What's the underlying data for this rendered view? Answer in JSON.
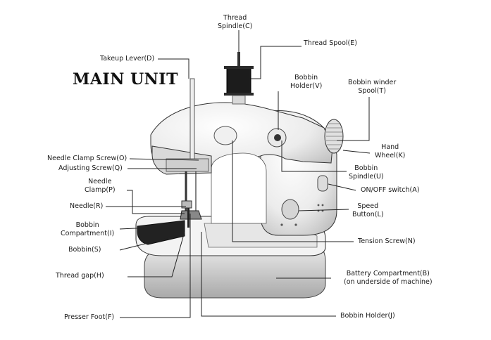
{
  "title": "MAIN UNIT",
  "labels": {
    "thread_spindle": [
      "Thread",
      "Spindle(C)"
    ],
    "thread_spool": "Thread Spool(E)",
    "takeup_lever": "Takeup Lever(D)",
    "bobbin_holder_v": [
      "Bobbin",
      "Holder(V)"
    ],
    "bobbin_winder_spool": [
      "Bobbin winder",
      "Spool(T)"
    ],
    "hand_wheel": [
      "Hand",
      "Wheel(K)"
    ],
    "needle_clamp_screw": "Needle Clamp Screw(O)",
    "adjusting_screw": "Adjusting Screw(Q)",
    "bobbin_spindle": [
      "Bobbin",
      "Spindle(U)"
    ],
    "on_off_switch": "ON/OFF switch(A)",
    "needle_clamp": [
      "Needle",
      "Clamp(P)"
    ],
    "needle": "Needle(R)",
    "speed_button": [
      "Speed",
      "Button(L)"
    ],
    "bobbin_compartment": [
      "Bobbin",
      "Compartment(I)"
    ],
    "bobbin": "Bobbin(S)",
    "tension_screw": "Tension Screw(N)",
    "thread_gap": "Thread gap(H)",
    "battery_compartment": [
      "Battery Compartment(B)",
      "(on underside of machine)"
    ],
    "presser_foot": "Presser Foot(F)",
    "bobbin_holder_j": "Bobbin Holder(J)"
  },
  "colors": {
    "ink": "#1a1a1a",
    "body": "#f2f2f2",
    "shade": "#cfcfcf",
    "dark": "#2a2a2a"
  }
}
